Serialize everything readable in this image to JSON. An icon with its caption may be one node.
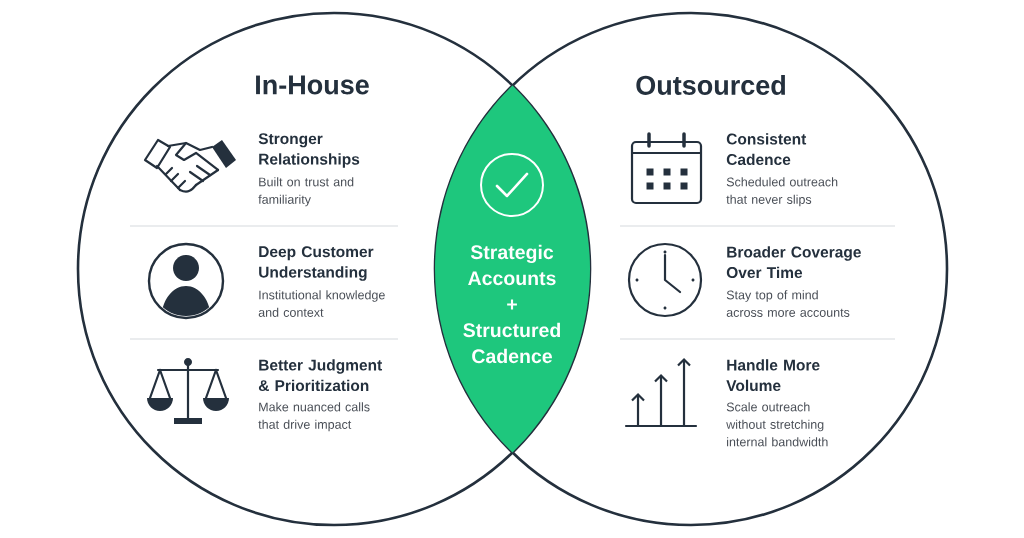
{
  "diagram": {
    "nodes": [
      {
        "text": [
          "In-House"
        ]
      },
      {
        "text": [
          "Outsourced"
        ]
      },
      {
        "text": [
          "Strategic Accounts",
          "+",
          "Structured Cadence"
        ]
      }
    ],
    "labels": [
      "Stronger Relationships",
      "Built on trust and familiarity",
      "Deep Customer Understanding",
      "Institutional knowledge and context",
      "Better Judgment & Prioritization",
      "Make nuanced calls that drive impact",
      "Consistent Cadence",
      "Scheduled outreach that never slips",
      "Broader Coverage Over Time",
      "Stay top of mind across more accounts",
      "Handle More Volume",
      "Scale outreach without stretching internal bandwidth"
    ]
  }
}
